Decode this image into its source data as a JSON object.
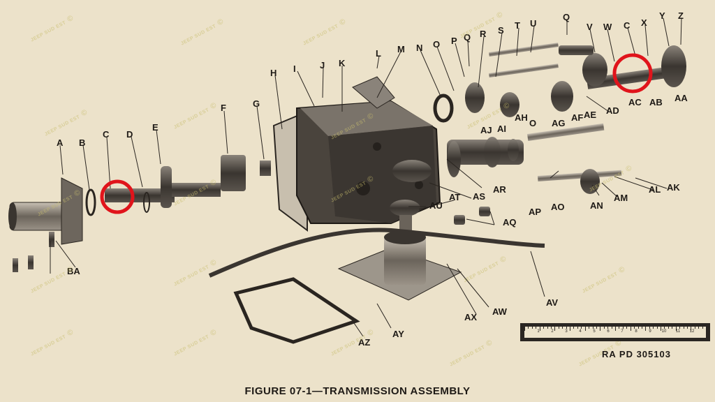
{
  "caption": "FIGURE 07-1—TRANSMISSION ASSEMBLY",
  "figure_code": "RA PD 305103",
  "watermark": "JEEP SUD EST",
  "watermark_symbol": "©",
  "ruler_numbers": [
    "1",
    "2",
    "3",
    "4",
    "5",
    "6",
    "7",
    "8",
    "9",
    "10",
    "11",
    "12"
  ],
  "callouts": [
    "A",
    "B",
    "C",
    "D",
    "E",
    "F",
    "G",
    "H",
    "I",
    "J",
    "K",
    "L",
    "M",
    "N",
    "O",
    "P",
    "Q",
    "R",
    "S",
    "T",
    "U",
    "Q",
    "V",
    "W",
    "C",
    "X",
    "Y",
    "Z",
    "AA",
    "AB",
    "AC",
    "AD",
    "AE",
    "AF",
    "AG",
    "O",
    "AH",
    "AI",
    "AJ",
    "AK",
    "AL",
    "AM",
    "AN",
    "AO",
    "AP",
    "AQ",
    "AR",
    "AS",
    "AT",
    "AU",
    "AV",
    "AW",
    "AX",
    "AY",
    "AZ",
    "BA"
  ],
  "highlight_color": "#e0141b",
  "ink_color": "#2a2520"
}
